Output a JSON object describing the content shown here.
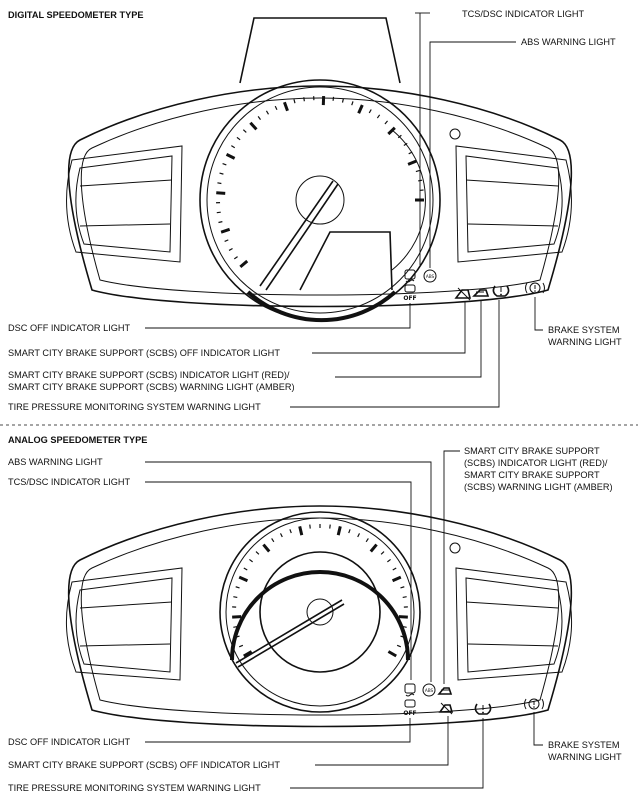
{
  "digital": {
    "title": "DIGITAL SPEEDOMETER TYPE",
    "labels": {
      "tcs_dsc": "TCS/DSC INDICATOR LIGHT",
      "abs": "ABS WARNING LIGHT",
      "dsc_off": "DSC OFF INDICATOR LIGHT",
      "scbs_off": "SMART CITY BRAKE SUPPORT (SCBS) OFF INDICATOR LIGHT",
      "scbs_indicator_1": "SMART CITY BRAKE SUPPORT (SCBS) INDICATOR LIGHT (RED)/",
      "scbs_indicator_2": "SMART CITY BRAKE SUPPORT (SCBS) WARNING LIGHT (AMBER)",
      "tpms": "TIRE PRESSURE MONITORING SYSTEM WARNING LIGHT",
      "brake_1": "BRAKE SYSTEM",
      "brake_2": "WARNING LIGHT"
    },
    "icons": {
      "abs": "ABS",
      "dsc_off": "OFF",
      "tpms": "(!)",
      "brake": "(!)"
    }
  },
  "analog": {
    "title": "ANALOG SPEEDOMETER TYPE",
    "labels": {
      "abs": "ABS WARNING LIGHT",
      "tcs_dsc": "TCS/DSC INDICATOR LIGHT",
      "scbs_indicator_1": "SMART CITY BRAKE SUPPORT",
      "scbs_indicator_2": "(SCBS) INDICATOR LIGHT (RED)/",
      "scbs_indicator_3": "SMART CITY BRAKE SUPPORT",
      "scbs_indicator_4": "(SCBS) WARNING LIGHT (AMBER)",
      "dsc_off": "DSC OFF INDICATOR LIGHT",
      "scbs_off": "SMART CITY BRAKE SUPPORT (SCBS) OFF INDICATOR LIGHT",
      "tpms": "TIRE PRESSURE MONITORING SYSTEM WARNING LIGHT",
      "brake_1": "BRAKE SYSTEM",
      "brake_2": "WARNING LIGHT"
    },
    "icons": {
      "abs": "ABS",
      "dsc_off": "OFF",
      "tpms": "(!)",
      "brake": "(!)"
    }
  }
}
